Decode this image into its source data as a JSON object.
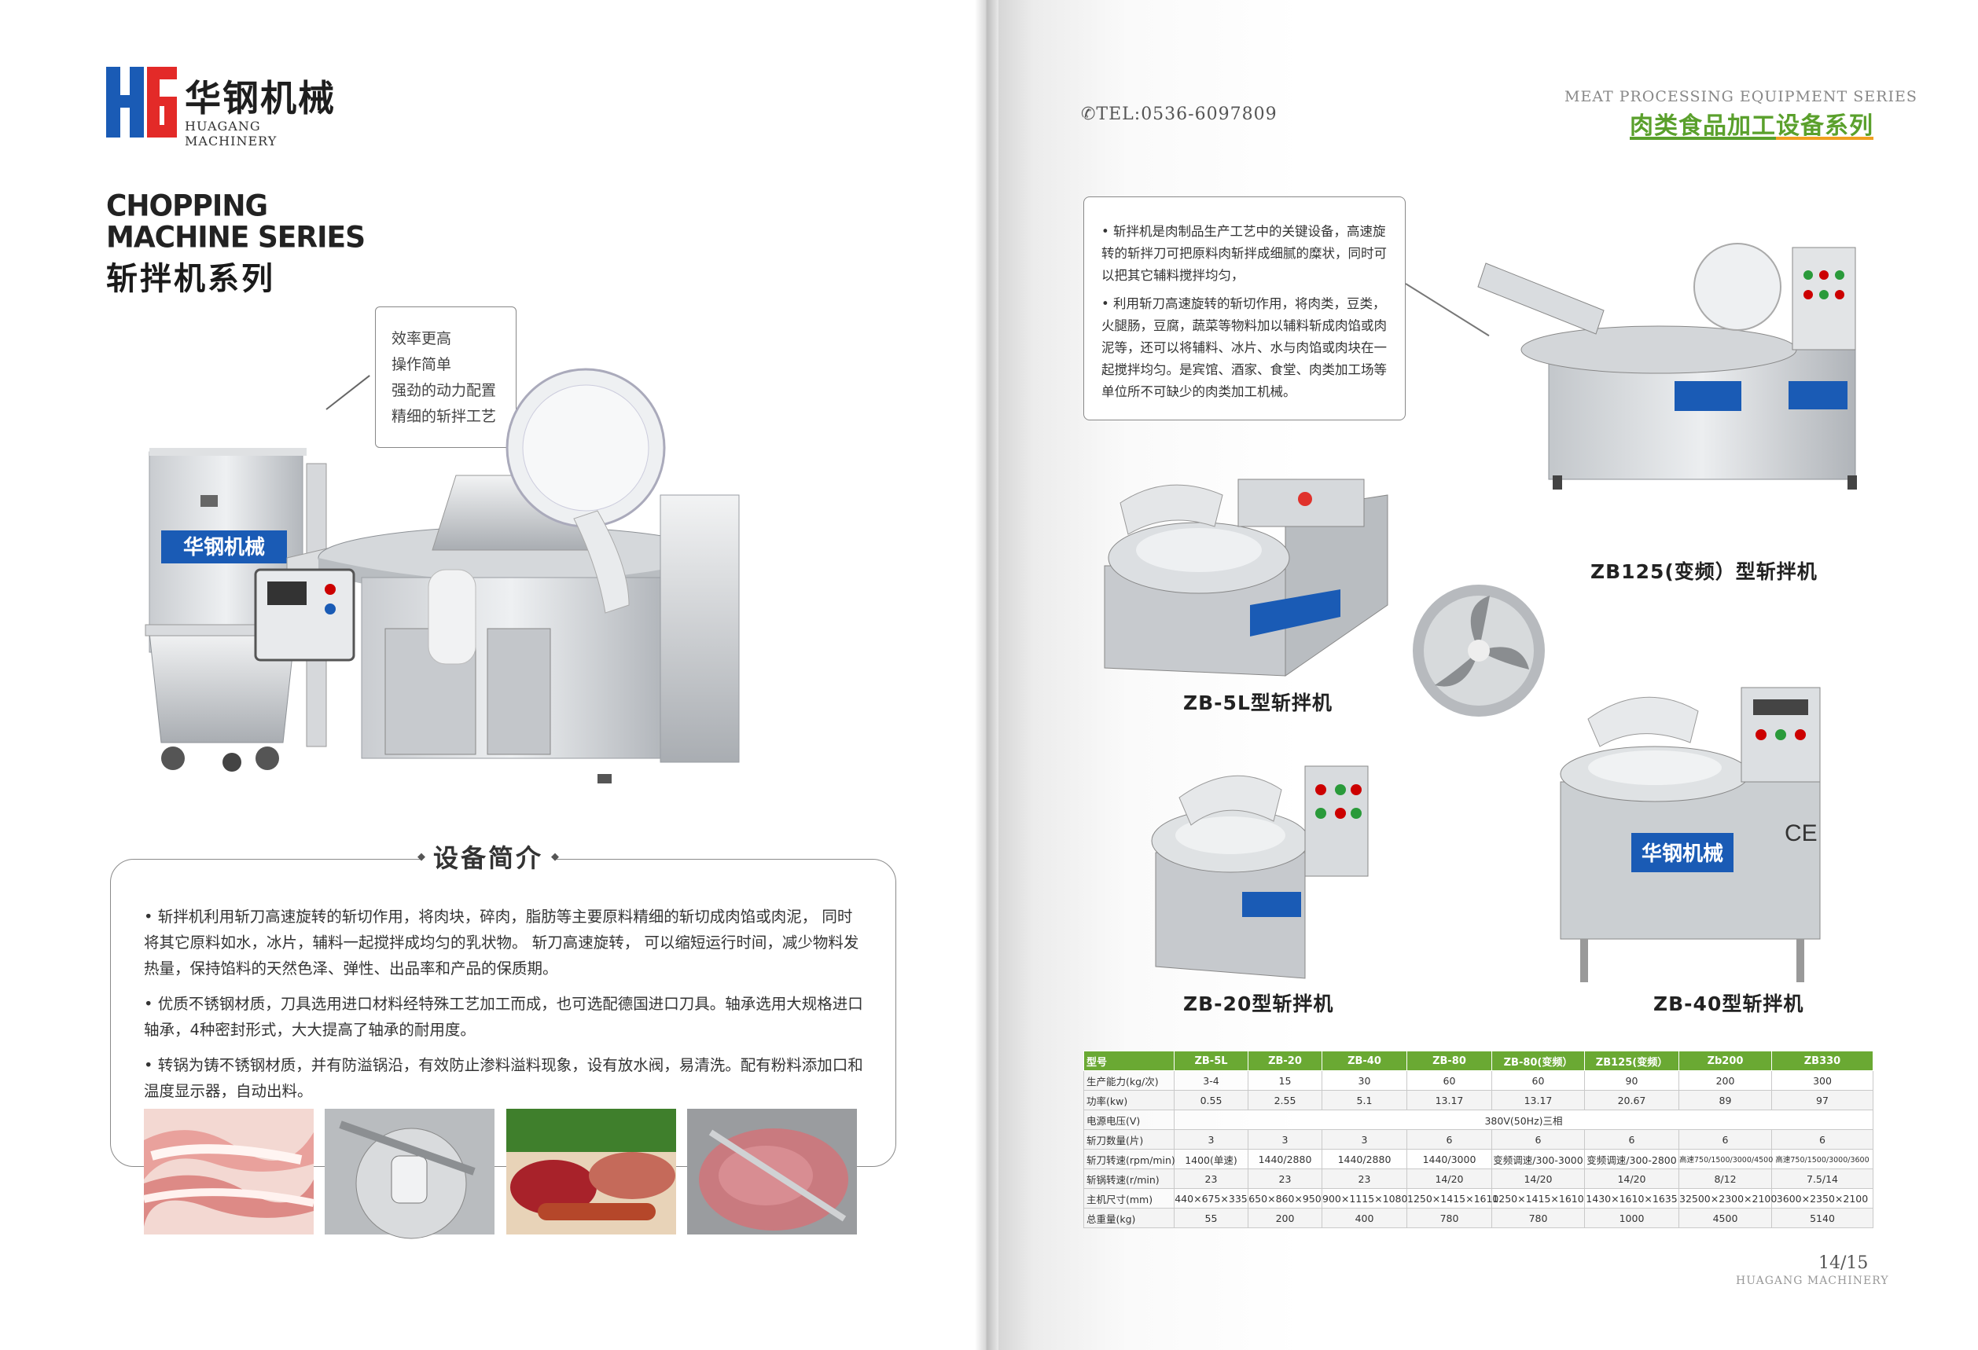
{
  "brand": {
    "logo_cn": "华钢机械",
    "logo_en": "HUAGANG MACHINERY",
    "mark_letters": "HG",
    "colors": {
      "blue": "#1a5bb5",
      "red": "#e32a28"
    }
  },
  "left": {
    "series_en_line1": "CHOPPING",
    "series_en_line2": "MACHINE SERIES",
    "series_cn": "斩拌机系列",
    "features": [
      "效率更高",
      "操作简单",
      "强劲的动力配置",
      "精细的斩拌工艺"
    ],
    "machine_panel_text": "华钢机械",
    "intro_title": "设备简介",
    "intro_paragraphs": [
      "• 斩拌机利用斩刀高速旋转的斩切作用，将肉块，碎肉，脂肪等主要原料精细的斩切成肉馅或肉泥， 同时将其它原料如水，冰片，辅料一起搅拌成均匀的乳状物。 斩刀高速旋转， 可以缩短运行时间，减少物料发热量，保持馅料的天然色泽、弹性、出品率和产品的保质期。",
      "• 优质不锈钢材质，刀具选用进口材料经特殊工艺加工而成，也可选配德国进口刀具。轴承选用大规格进口轴承，4种密封形式，大大提高了轴承的耐用度。",
      "• 转锅为铸不锈钢材质，并有防溢锅沿，有效防止渗料溢料现象，设有放水阀，易清洗。配有粉料添加口和温度显示器，自动出料。"
    ]
  },
  "right": {
    "tel": "✆TEL:0536-6097809",
    "header_en": "MEAT PROCESSING EQUIPMENT SERIES",
    "header_cn": "肉类食品加工设备系列",
    "desc_paragraphs": [
      "• 斩拌机是肉制品生产工艺中的关键设备，高速旋转的斩拌刀可把原料肉斩拌成细腻的糜状，同时可以把其它辅料搅拌均匀，",
      "• 利用斩刀高速旋转的斩切作用，将肉类，豆类，火腿肠，豆腐，蔬菜等物料加以辅料斩成肉馅或肉泥等，还可以将辅料、冰片、水与肉馅或肉块在一起搅拌均匀。是宾馆、酒家、食堂、肉类加工场等单位所不可缺少的肉类加工机械。"
    ],
    "machines": {
      "zb125": "ZB125(变频）型斩拌机",
      "zb5l": "ZB-5L型斩拌机",
      "zb20": "ZB-20型斩拌机",
      "zb40": "ZB-40型斩拌机"
    },
    "panel_text": "华钢机械",
    "ce_mark": "CE"
  },
  "spec": {
    "header": [
      "型号",
      "ZB-5L",
      "ZB-20",
      "ZB-40",
      "ZB-80",
      "ZB-80(变频）",
      "ZB125(变频）",
      "Zb200",
      "ZB330"
    ],
    "rows": [
      {
        "label": "生产能力(kg/次)",
        "values": [
          "3-4",
          "15",
          "30",
          "60",
          "60",
          "90",
          "200",
          "300"
        ]
      },
      {
        "label": "功率(kw)",
        "values": [
          "0.55",
          "2.55",
          "5.1",
          "13.17",
          "13.17",
          "20.67",
          "89",
          "97"
        ]
      },
      {
        "label": "电源电压(V)",
        "merged": "380V(50Hz)三相"
      },
      {
        "label": "斩刀数量(片)",
        "values": [
          "3",
          "3",
          "3",
          "6",
          "6",
          "6",
          "6",
          "6"
        ]
      },
      {
        "label": "斩刀转速(rpm/min)",
        "values": [
          "1400(单速)",
          "1440/2880",
          "1440/2880",
          "1440/3000",
          "变频调速/300-3000",
          "变频调速/300-2800",
          "高速750/1500/3000/4500",
          "高速750/1500/3000/3600"
        ]
      },
      {
        "label": "斩锅转速(r/min)",
        "values": [
          "23",
          "23",
          "23",
          "14/20",
          "14/20",
          "14/20",
          "8/12",
          "7.5/14"
        ]
      },
      {
        "label": "主机尺寸(mm)",
        "values": [
          "440×675×335",
          "650×860×950",
          "900×1115×1080",
          "1250×1415×1610",
          "1250×1415×1610",
          "1430×1610×1635",
          "32500×2300×2100",
          "3600×2350×2100"
        ]
      },
      {
        "label": "总重量(kg)",
        "values": [
          "55",
          "200",
          "400",
          "780",
          "780",
          "1000",
          "4500",
          "5140"
        ]
      }
    ]
  },
  "page_number": "14/15",
  "footer_en": "HUAGANG MACHINERY"
}
